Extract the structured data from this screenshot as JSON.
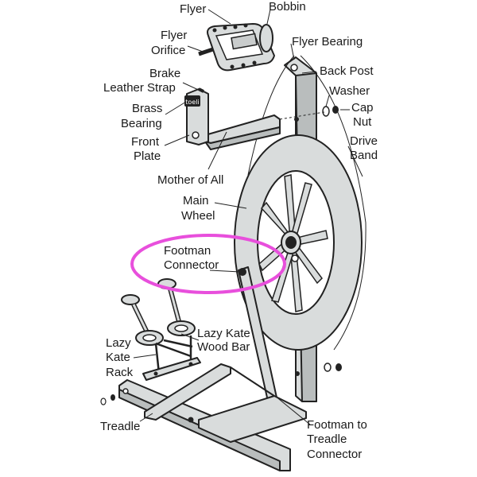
{
  "labels": {
    "flyer": "Flyer",
    "bobbin": "Bobbin",
    "flyer_orifice_1": "Flyer",
    "flyer_orifice_2": "Orifice",
    "flyer_bearing": "Flyer Bearing",
    "back_post": "Back Post",
    "brake_1": "Brake",
    "brake_2": "Leather Strap",
    "washer": "Washer",
    "brass_1": "Brass",
    "brass_2": "Bearing",
    "cap_1": "Cap",
    "cap_2": "Nut",
    "front_1": "Front",
    "front_2": "Plate",
    "drive_1": "Drive",
    "drive_2": "Band",
    "mother": "Mother of All",
    "main_1": "Main",
    "main_2": "Wheel",
    "footman_1": "Footman",
    "footman_2": "Connector",
    "lazy_bar_1": "Lazy Kate",
    "lazy_bar_2": "Wood Bar",
    "lazy_rack_1": "Lazy",
    "lazy_rack_2": "Kate",
    "lazy_rack_3": "Rack",
    "treadle": "Treadle",
    "ftt_1": "Footman to",
    "ftt_2": "Treadle",
    "ftt_3": "Connector"
  },
  "front_plate_stamp": "toeli",
  "colors": {
    "wood": "#d9dcdc",
    "outline": "#222222",
    "highlight": "#e84fdc"
  }
}
